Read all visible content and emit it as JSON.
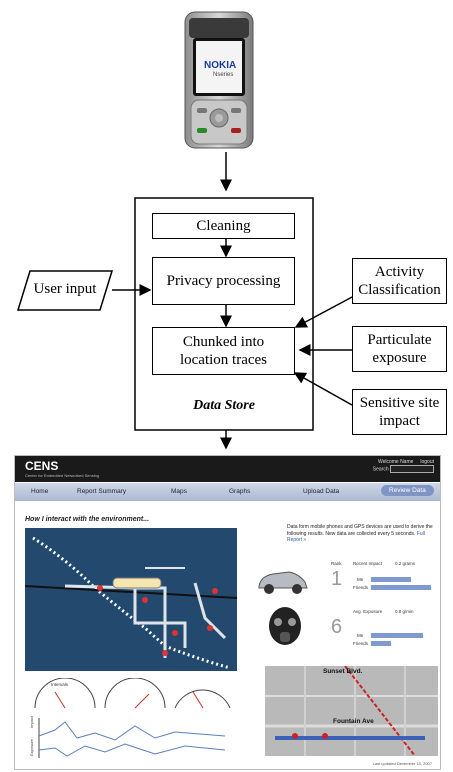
{
  "diagram": {
    "steps": {
      "cleaning": "Cleaning",
      "privacy": "Privacy processing",
      "chunked_line1": "Chunked into",
      "chunked_line2": "location traces"
    },
    "data_store": "Data Store",
    "inputs": {
      "user_input": "User input",
      "activity_line1": "Activity",
      "activity_line2": "Classification",
      "particulate_line1": "Particulate",
      "particulate_line2": "exposure",
      "sensitive_line1": "Sensitive site",
      "sensitive_line2": "impact"
    }
  },
  "phone": {
    "brand": "NOKIA",
    "series": "Nseries"
  },
  "screenshot": {
    "logo": "CENS",
    "logo_sub": "Center for Embedded Networked Sensing",
    "welcome": "Welcome Name",
    "logout": "logout",
    "search": "Search",
    "nav": [
      "Home",
      "Report Summary",
      "Maps",
      "Graphs",
      "Upload Data",
      "Review Data"
    ],
    "page_title": "How I interact with the environment...",
    "description": "Data form mobile phones and GPS devices are used to derive the following results. New data are collected every 5 seconds.",
    "full_report": "Full Report »",
    "rank_label": "Rank",
    "rank1": "1",
    "rank2": "6",
    "recent_impact": "Recent Impact",
    "recent_value": "0.2 grams",
    "avg_exposure": "Avg. Exposure",
    "avg_value": "0.8 g/min",
    "me": "Me",
    "friends": "Friends",
    "street1": "Sunset Blvd.",
    "street2": "Fountain Ave",
    "updated": "Last updated December 15, 2007",
    "y_label1": "Impact",
    "y_label2": "Exposure",
    "gauge_label": "Intervals"
  }
}
